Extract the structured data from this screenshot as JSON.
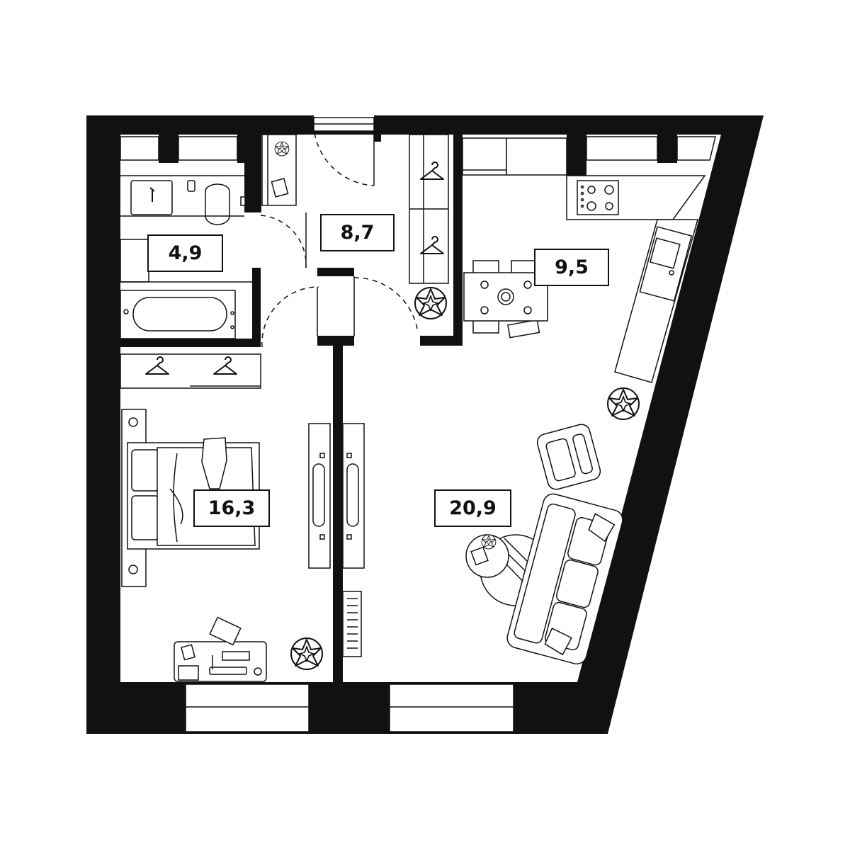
{
  "colors": {
    "wall": "#111111",
    "background": "#ffffff",
    "line": "#111111"
  },
  "rooms": [
    {
      "name": "bathroom",
      "area": "4,9"
    },
    {
      "name": "hallway",
      "area": "8,7"
    },
    {
      "name": "kitchen",
      "area": "9,5"
    },
    {
      "name": "bedroom",
      "area": "16,3"
    },
    {
      "name": "living-room",
      "area": "20,9"
    }
  ],
  "icons": [
    "plant-icon",
    "hanger-icon",
    "stove-icon",
    "sink-icon",
    "bathtub-icon",
    "toilet-icon",
    "bed-icon",
    "sofa-icon",
    "armchair-icon",
    "dining-table-icon",
    "desk-icon",
    "radiator-icon"
  ]
}
